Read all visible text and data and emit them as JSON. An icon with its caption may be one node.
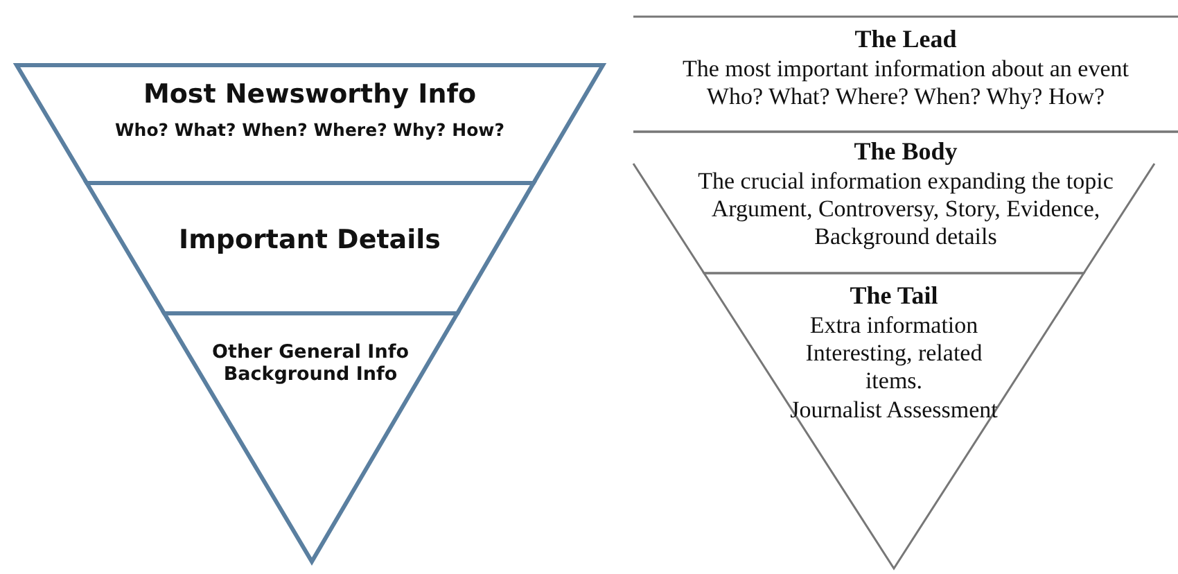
{
  "diagram": {
    "nodes": [
      {
        "text": [
          "Most Newsworthy Info",
          "Who? What? When? Where? Why? How?"
        ]
      },
      {
        "text": [
          "Important Details"
        ]
      },
      {
        "text": [
          "Other General Info Background Info"
        ]
      },
      {
        "text": [
          "The Lead",
          "The most important information about an event",
          "Who? What? Where? When? Why? How?"
        ]
      },
      {
        "text": [
          "The Body",
          "The crucial information expanding the topic",
          "Argument, Controversy, Story, Evidence, Background details"
        ]
      },
      {
        "text": [
          "The Tail",
          "Extra information",
          "Interesting, related items.",
          "Journalist Assessment"
        ]
      }
    ]
  }
}
